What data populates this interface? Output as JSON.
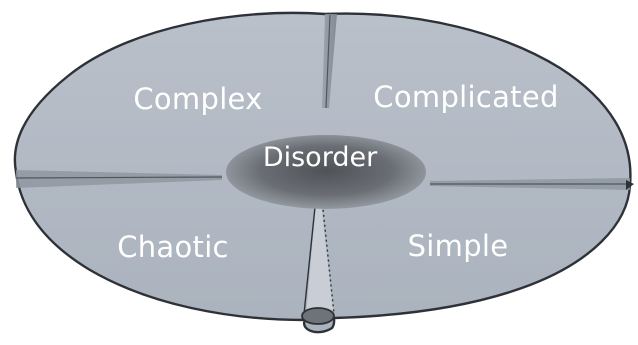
{
  "diagram": {
    "quadrants": {
      "top_left": "Complex",
      "top_right": "Complicated",
      "bottom_left": "Chaotic",
      "bottom_right": "Simple"
    },
    "center": "Disorder"
  },
  "colors": {
    "surface": "#b5bcc6",
    "outline": "#2e3238",
    "disorder_fill": "#6b6f75",
    "label_text": "#ffffff"
  }
}
